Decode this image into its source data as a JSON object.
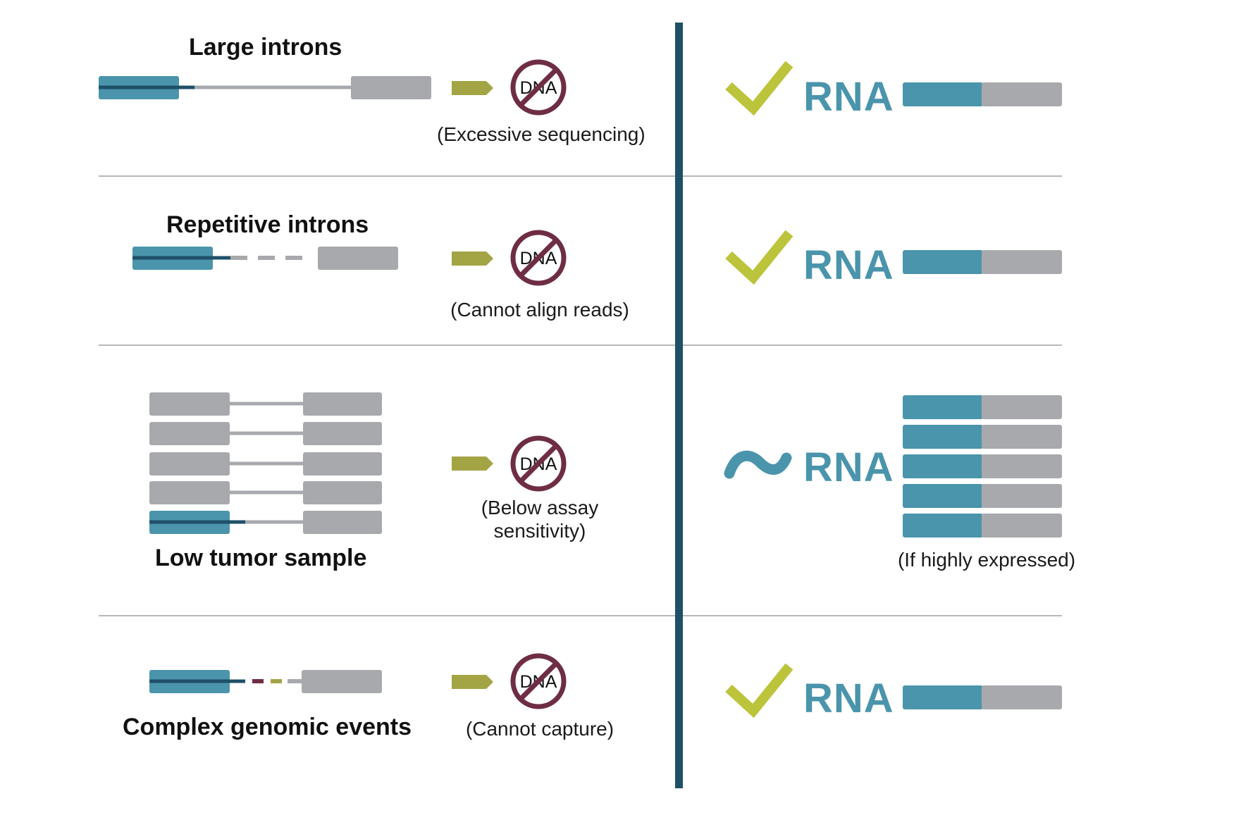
{
  "colors": {
    "exon_teal": "#4a94ac",
    "exon_gray": "#a7a9ac",
    "intron_line": "#a7a9ac",
    "read_dark": "#1e5068",
    "arrow_olive": "#a3a444",
    "no_symbol": "#6e2d45",
    "check": "#bcc43c",
    "rna_text": "#4a94ac",
    "divider": "#1e5068",
    "dash_purple": "#6e2d45",
    "dash_olive": "#a3a444"
  },
  "rows": [
    {
      "title": "Large introns",
      "dna_label": "DNA",
      "note": "(Excessive sequencing)",
      "rna_marker": "check-icon",
      "rna_label": "RNA"
    },
    {
      "title": "Repetitive introns",
      "dna_label": "DNA",
      "note": "(Cannot align reads)",
      "rna_marker": "check-icon",
      "rna_label": "RNA"
    },
    {
      "title": "Low tumor sample",
      "dna_label": "DNA",
      "note_line1": "(Below assay",
      "note_line2": "sensitivity)",
      "rna_marker": "tilde-icon",
      "rna_label": "RNA",
      "rna_note": "(If highly expressed)"
    },
    {
      "title": "Complex genomic events",
      "dna_label": "DNA",
      "note": "(Cannot capture)",
      "rna_marker": "check-icon",
      "rna_label": "RNA"
    }
  ]
}
